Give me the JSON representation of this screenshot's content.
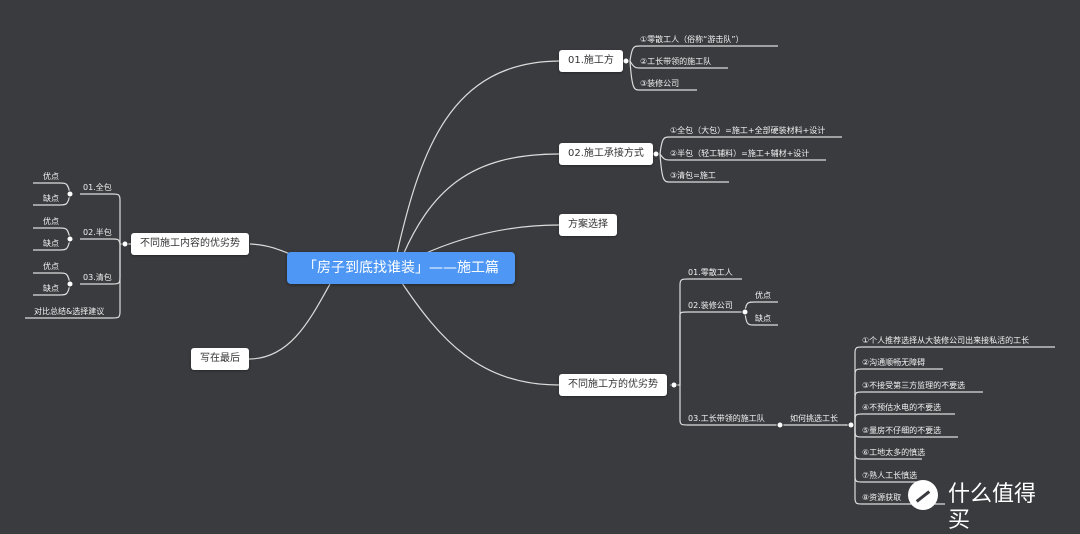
{
  "colors": {
    "background": "#3a3b3f",
    "root": "#4e97f5",
    "line": "#dcdcdc"
  },
  "root": "「房子到底找谁装」——施工篇",
  "right": {
    "construction_party": {
      "label": "01.施工方",
      "items": [
        "①零散工人（俗称“游击队”）",
        "②工长带领的施工队",
        "③装修公司"
      ]
    },
    "contract_method": {
      "label": "02.施工承接方式",
      "items": [
        "①全包（大包）=施工+全部硬装材料+设计",
        "②半包（轻工辅料）=施工+辅材+设计",
        "③清包=施工"
      ]
    },
    "plan": {
      "label": "方案选择"
    },
    "party_compare": {
      "label": "不同施工方的优劣势",
      "workers": "01.零散工人",
      "company": "02.装修公司",
      "company_pros": "优点",
      "company_cons": "缺点",
      "foreman": "03.工长带领的施工队",
      "pick": "如何挑选工长",
      "tips": [
        "①个人推荐选择从大装修公司出来接私活的工长",
        "②沟通顺畅无障碍",
        "③不接受第三方监理的不要选",
        "④不预估水电的不要选",
        "⑤量房不仔细的不要选",
        "⑥工地太多的慎选",
        "⑦熟人工长慎选",
        "⑧资源获取"
      ]
    }
  },
  "left": {
    "content_compare": {
      "label": "不同施工内容的优劣势",
      "full": "01.全包",
      "half": "02.半包",
      "labor": "03.清包",
      "pros": "优点",
      "cons": "缺点",
      "summary": "对比总结&选择建议"
    },
    "closing": {
      "label": "写在最后"
    }
  },
  "watermark": {
    "icon": "smzdm-logo-icon",
    "text": "什么值得买"
  }
}
